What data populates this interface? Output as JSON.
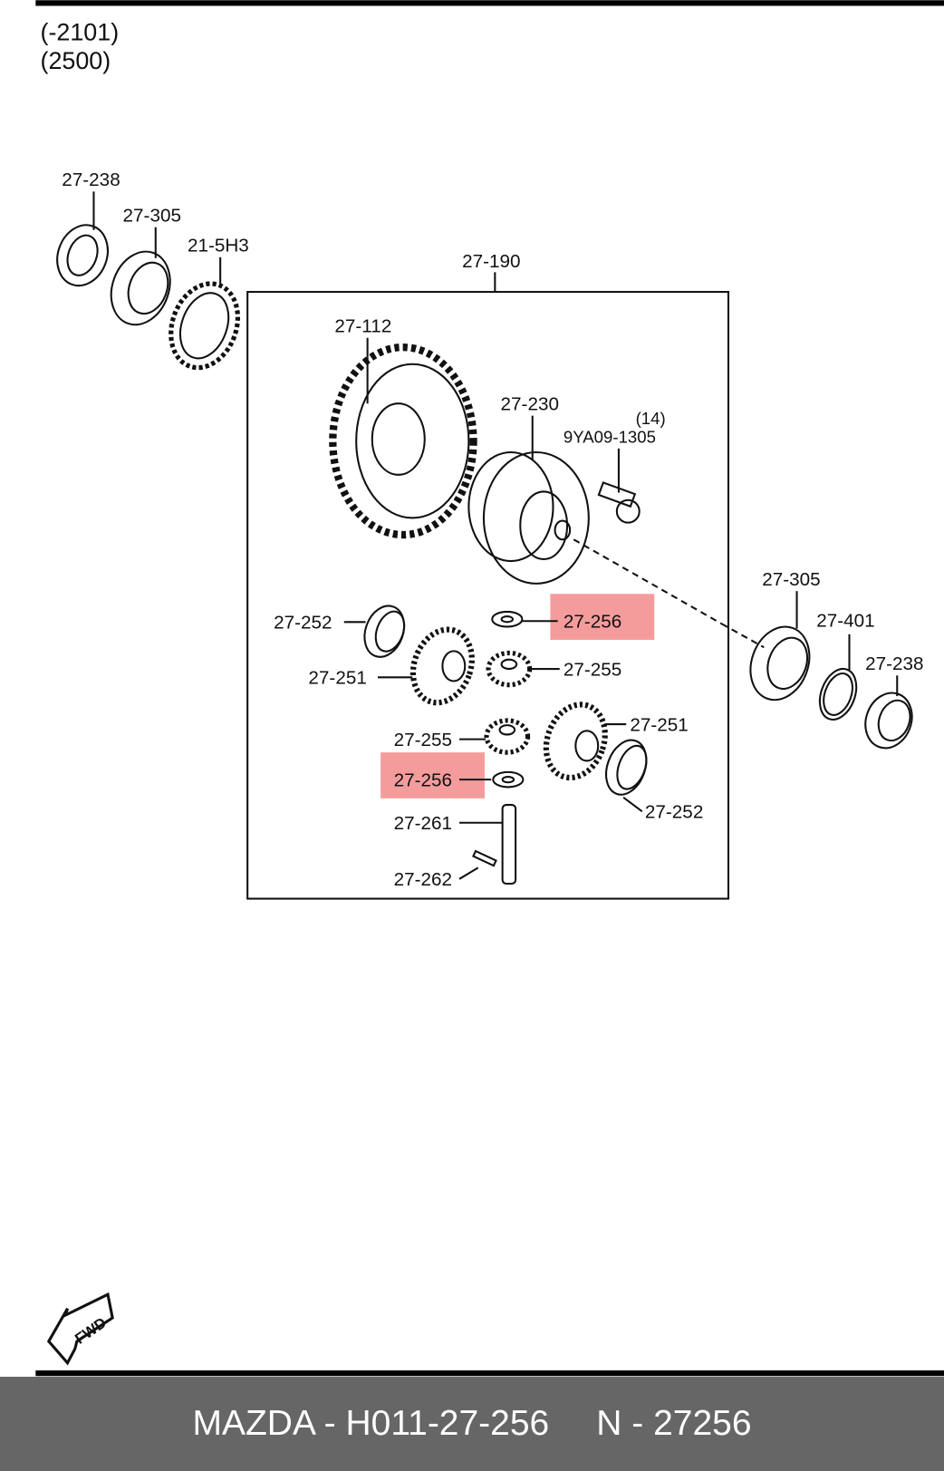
{
  "header": {
    "range_line1": "(-2101)",
    "range_line2": "(2500)"
  },
  "assembly_label": "27-190",
  "labels": {
    "bearing_seal_left": "27-238",
    "bearing_left": "27-305",
    "speedo_gear": "21-5H3",
    "ring_gear": "27-112",
    "diff_case": "27-230",
    "bolt_torque": "(14)",
    "bolt_part": "9YA09-1305",
    "washer_upper_left": "27-252",
    "thrust_washer_upper": "27-256",
    "side_gear_upper": "27-251",
    "pinion_upper": "27-255",
    "bearing_right": "27-305",
    "shim_right": "27-401",
    "seal_right": "27-238",
    "pinion_lower": "27-255",
    "side_gear_lower": "27-251",
    "thrust_washer_lower": "27-256",
    "washer_lower_right": "27-252",
    "pinion_shaft": "27-261",
    "pin": "27-262"
  },
  "fwd_label": "FWD",
  "highlight_color": "#f28b8b",
  "footer": {
    "part_number": "MAZDA - H011-27-256",
    "short_number": "N - 27256"
  }
}
